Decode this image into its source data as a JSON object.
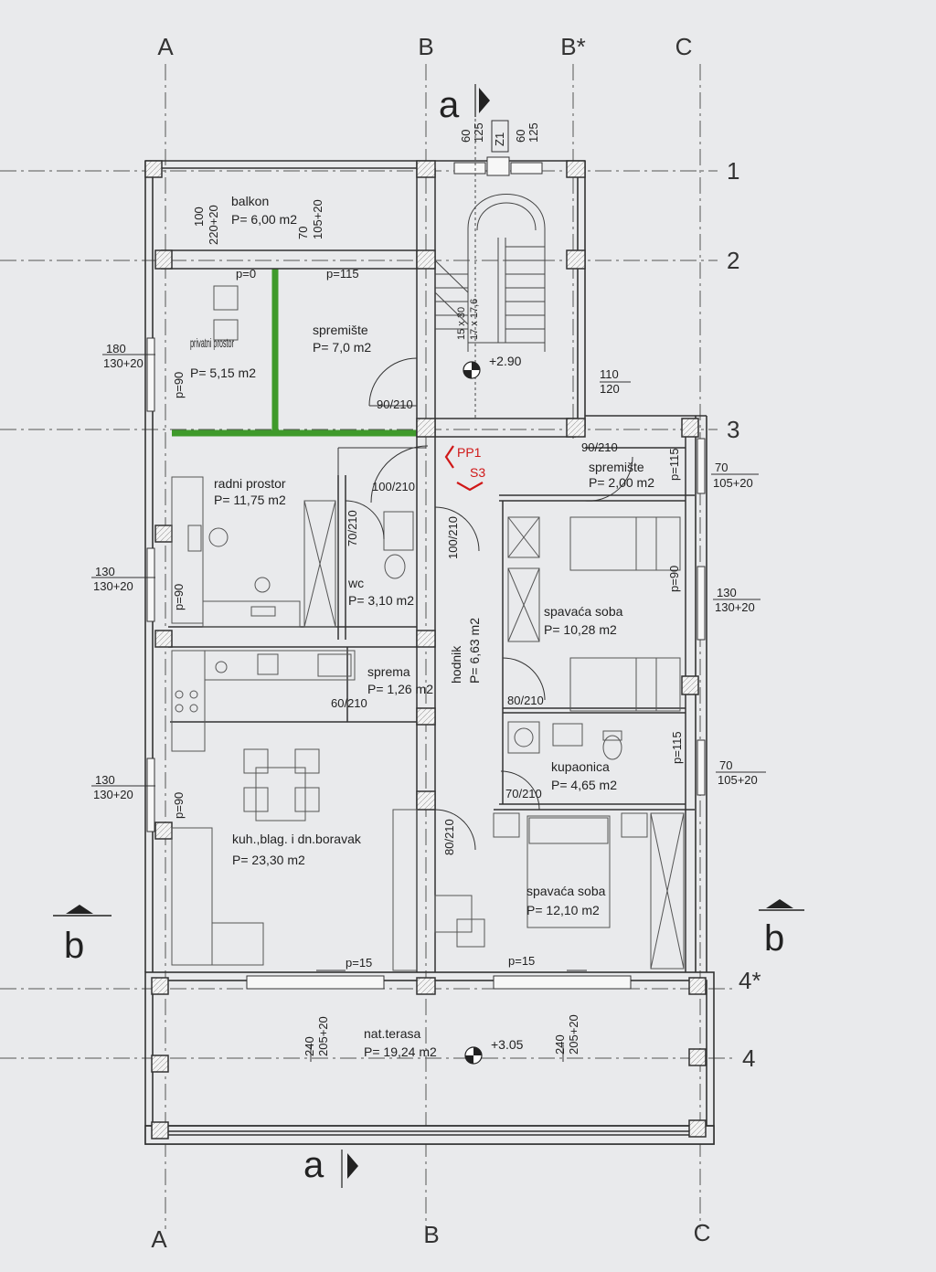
{
  "grid": {
    "columns_top": [
      "A",
      "B",
      "B*",
      "C"
    ],
    "columns_bottom": [
      "A",
      "B",
      "C"
    ],
    "rows": [
      "1",
      "2",
      "3",
      "4*",
      "4"
    ]
  },
  "sections": {
    "a_top": "a",
    "a_bottom": "a",
    "b_left": "b",
    "b_right": "b"
  },
  "rooms": [
    {
      "name": "balkon",
      "area": "P= 6,00 m2"
    },
    {
      "name": "privatni prostor",
      "area": "P= 5,15 m2"
    },
    {
      "name": "spremište",
      "area": "P= 7,0 m2"
    },
    {
      "name": "spremište",
      "area": "P= 2,00 m2"
    },
    {
      "name": "radni prostor",
      "area": "P= 11,75 m2"
    },
    {
      "name": "wc",
      "area": "P= 3,10 m2"
    },
    {
      "name": "spavaća soba",
      "area": "P= 10,28 m2"
    },
    {
      "name": "hodnik",
      "area": "P= 6,63 m2"
    },
    {
      "name": "sprema",
      "area": "P= 1,26 m2"
    },
    {
      "name": "kupaonica",
      "area": "P= 4,65 m2"
    },
    {
      "name": "kuh.,blag. i dn.boravak",
      "area": "P= 23,30 m2"
    },
    {
      "name": "spavaća soba",
      "area": "P= 12,10 m2"
    },
    {
      "name": "nat.terasa",
      "area": "P= 19,24 m2"
    }
  ],
  "levels": {
    "stair": "+2.90",
    "terrace": "+3.05"
  },
  "stair_dims": [
    "15 x 30",
    "17 x 17,6"
  ],
  "markers": {
    "pp": "PP1",
    "s": "S3",
    "z": "Z1"
  },
  "dims": {
    "win_60": "60",
    "win_125": "125",
    "balc_100": "100",
    "balc_220": "220+20",
    "balc_70": "70",
    "balc_105": "105+20",
    "p0": "p=0",
    "p115": "p=115",
    "left_180": "180",
    "left_130_a": "130+20",
    "p90_a": "p=90",
    "door_90_210_a": "90/210",
    "right_110": "110",
    "right_120": "120",
    "door_90_210_b": "90/210",
    "p115_r": "p=115",
    "right_70_a": "70",
    "right_105_a": "105+20",
    "door_100_210": "100/210",
    "door_70_210_wc": "70/210",
    "door_100_210_v": "100/210",
    "left_130_b1": "130",
    "left_130_b2": "130+20",
    "p90_b": "p=90",
    "p90_r": "p=90",
    "right_130_1": "130",
    "right_130_2": "130+20",
    "door_60_210": "60/210",
    "door_80_210": "80/210",
    "p115_r2": "p=115",
    "right_70_b": "70",
    "right_105_b": "105+20",
    "door_70_210": "70/210",
    "left_130_c1": "130",
    "left_130_c2": "130+20",
    "p90_c": "p=90",
    "door_80_210_v": "80/210",
    "p15_left": "p=15",
    "p15_right": "p=15",
    "ter_240_l": "240",
    "ter_205_l": "205+20",
    "ter_240_r": "240",
    "ter_205_r": "205+20"
  }
}
